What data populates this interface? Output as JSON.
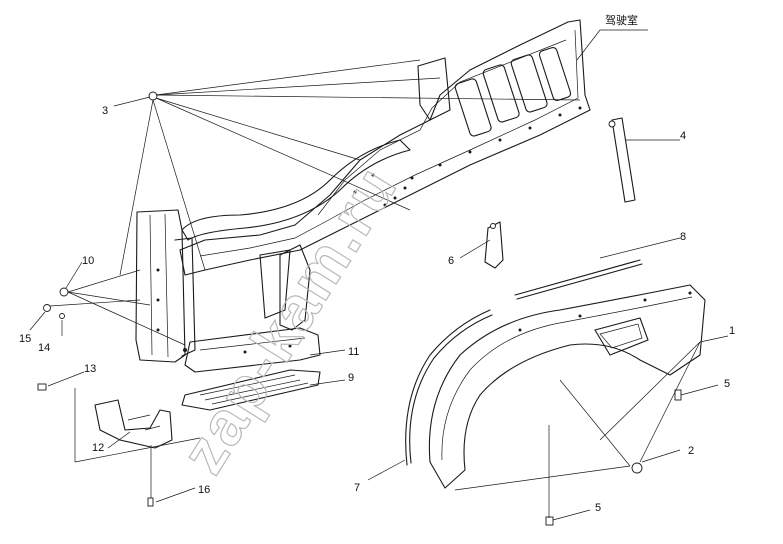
{
  "title_label": "驾驶室",
  "watermark": "zap-kam.ru",
  "callouts": [
    {
      "id": "1",
      "label": "1"
    },
    {
      "id": "2",
      "label": "2"
    },
    {
      "id": "3",
      "label": "3"
    },
    {
      "id": "4",
      "label": "4"
    },
    {
      "id": "5a",
      "label": "5"
    },
    {
      "id": "5b",
      "label": "5"
    },
    {
      "id": "6",
      "label": "6"
    },
    {
      "id": "7",
      "label": "7"
    },
    {
      "id": "8",
      "label": "8"
    },
    {
      "id": "9",
      "label": "9"
    },
    {
      "id": "10",
      "label": "10"
    },
    {
      "id": "11",
      "label": "11"
    },
    {
      "id": "12",
      "label": "12"
    },
    {
      "id": "13",
      "label": "13"
    },
    {
      "id": "14",
      "label": "14"
    },
    {
      "id": "15",
      "label": "15"
    },
    {
      "id": "16",
      "label": "16"
    }
  ]
}
